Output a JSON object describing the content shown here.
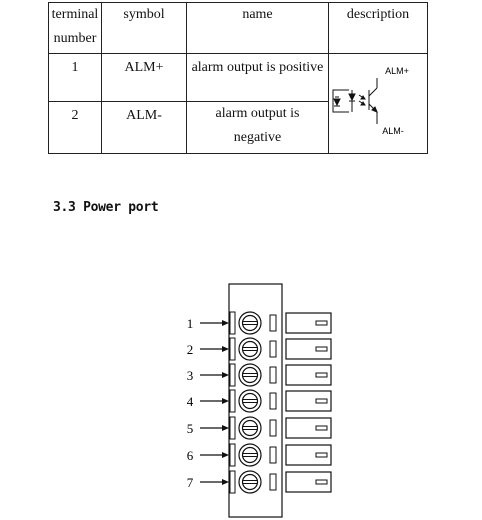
{
  "table": {
    "headers": [
      "terminal number",
      "symbol",
      "name",
      "description"
    ],
    "header_lines": [
      [
        "terminal",
        "number"
      ],
      [
        "symbol"
      ],
      [
        "name"
      ],
      [
        "description"
      ]
    ],
    "rows": [
      {
        "terminal": "1",
        "symbol": "ALM+",
        "name": "alarm output is positive"
      },
      {
        "terminal": "2",
        "symbol": "ALM-",
        "name_lines": [
          "alarm output is",
          "negative"
        ]
      }
    ],
    "diagram_labels": {
      "top": "ALM+",
      "bottom": "ALM-"
    }
  },
  "section_heading": "3.3 Power port",
  "connector": {
    "pins": [
      "1",
      "2",
      "3",
      "4",
      "5",
      "6",
      "7"
    ]
  }
}
